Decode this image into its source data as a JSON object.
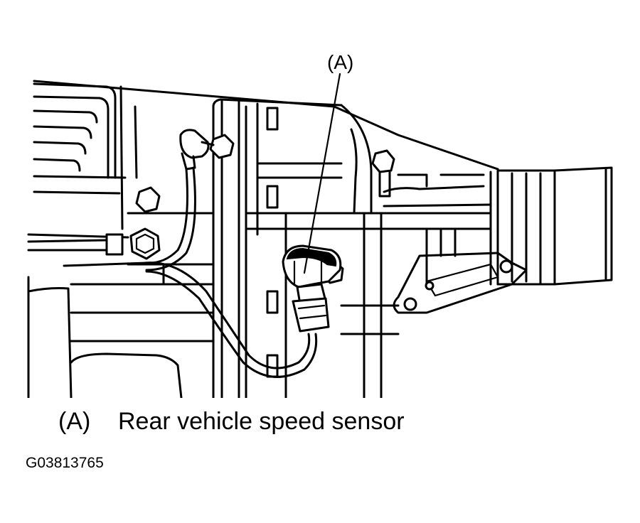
{
  "callout": {
    "label": "(A)"
  },
  "legend": {
    "key": "(A)",
    "description": "Rear vehicle speed sensor"
  },
  "figure_id": "G03813765",
  "colors": {
    "line": "#000000",
    "background": "#ffffff"
  }
}
